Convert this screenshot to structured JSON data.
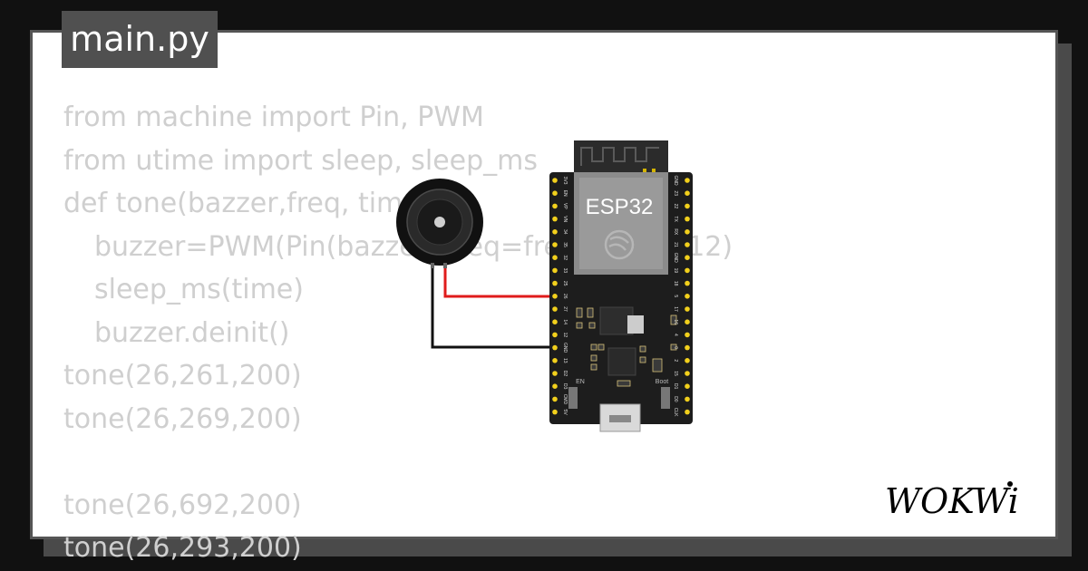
{
  "file_tab": {
    "label": "main.py"
  },
  "code_lines": [
    {
      "text": "from machine import Pin, PWM",
      "indent": false
    },
    {
      "text": "from utime import sleep, sleep_ms",
      "indent": false
    },
    {
      "text": "def tone(bazzer,freq, time):",
      "indent": false
    },
    {
      "text": "buzzer=PWM(Pin(bazzer),freq=freq,duty=512)",
      "indent": true
    },
    {
      "text": "sleep_ms(time)",
      "indent": true
    },
    {
      "text": "buzzer.deinit()",
      "indent": true
    },
    {
      "text": "tone(26,261,200)",
      "indent": false
    },
    {
      "text": "tone(26,269,200)",
      "indent": false
    },
    {
      "text": "",
      "indent": false
    },
    {
      "text": "tone(26,692,200)",
      "indent": false
    },
    {
      "text": "tone(26,293,200)",
      "indent": false
    }
  ],
  "board": {
    "chip_label": "ESP32",
    "en_label": "EN",
    "boot_label": "Boot",
    "left_pins": [
      "3V3",
      "EN",
      "VP",
      "VN",
      "34",
      "35",
      "32",
      "33",
      "25",
      "26",
      "27",
      "14",
      "12",
      "GND",
      "13",
      "D2",
      "D3",
      "CMD",
      "5V"
    ],
    "right_pins": [
      "GND",
      "23",
      "22",
      "TX",
      "RX",
      "21",
      "GND",
      "19",
      "18",
      "5",
      "17",
      "16",
      "4",
      "0",
      "2",
      "15",
      "D1",
      "D0",
      "CLK"
    ]
  },
  "logo": {
    "text": "WOKWi"
  },
  "colors": {
    "page_bg": "#111111",
    "card_bg": "#ffffff",
    "code_text": "#cfcfcf",
    "tab_bg": "#505050",
    "board": "#1d1d1d",
    "pin": "#f2d01c",
    "wire_signal": "#e01b1b",
    "wire_ground": "#111111"
  }
}
